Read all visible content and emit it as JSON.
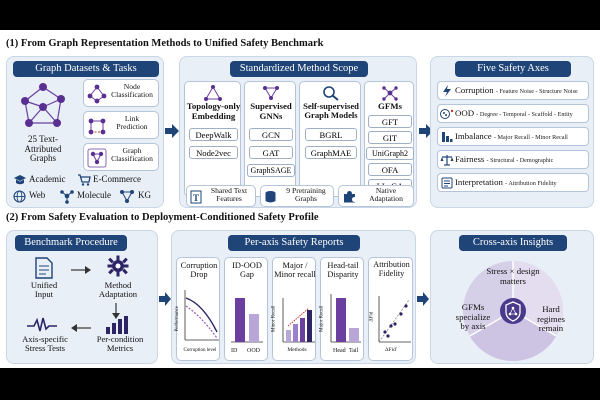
{
  "section1": {
    "title": "(1)  From Graph Representation Methods to Unified Safety Benchmark"
  },
  "section2": {
    "title": "(2)  From Safety Evaluation to Deployment-Conditioned Safety Profile"
  },
  "datasets": {
    "header": "Graph Datasets & Tasks",
    "graphs_label": "25 Text-\nAttributed Graphs",
    "tasks": [
      "Node\nClassification",
      "Link\nPrediction",
      "Graph\nClassification"
    ],
    "domains": [
      "Academic",
      "E-Commerce",
      "Web",
      "Molecule",
      "KG"
    ]
  },
  "scope": {
    "header": "Standardized Method Scope",
    "families": [
      {
        "title": "Topology-only\nEmbedding",
        "methods": [
          "DeepWalk",
          "Node2vec"
        ]
      },
      {
        "title": "Supervised\nGNNs",
        "methods": [
          "GCN",
          "GAT",
          "GraphSAGE"
        ]
      },
      {
        "title": "Self-supervised\nGraph Models",
        "methods": [
          "BGRL",
          "GraphMAE"
        ]
      },
      {
        "title": "GFMs",
        "methods": [
          "GFT",
          "GIT",
          "UniGraph2",
          "OFA",
          "LLaGA"
        ]
      }
    ],
    "shared": [
      "Shared Text\nFeatures",
      "9 Pretraining\nGraphs",
      "Native\nAdaptation"
    ]
  },
  "axes": {
    "header": "Five Safety Axes",
    "items": [
      {
        "name": "Corruption",
        "sub": "- Feature Noise - Structure Noise"
      },
      {
        "name": "OOD",
        "sub": "- Degree - Temporal - Scaffold - Entity"
      },
      {
        "name": "Imbalance",
        "sub": "- Major Recall - Minor Recall"
      },
      {
        "name": "Fairness",
        "sub": "- Structural - Demographic"
      },
      {
        "name": "Interpretation",
        "sub": "- Attribution Fidelity"
      }
    ]
  },
  "procedure": {
    "header": "Benchmark Procedure",
    "steps": [
      "Unified\nInput",
      "Method\nAdaptation",
      "Axis-specific\nStress Tests",
      "Per-condition\nMetrics"
    ]
  },
  "reports": {
    "header": "Per-axis Safety Reports",
    "cards": [
      {
        "title": "Corruption\nDrop",
        "ylabel": "Performance",
        "xlabel": "Corruption level"
      },
      {
        "title": "ID-OOD\nGap",
        "xlabels": [
          "ID",
          "OOD"
        ]
      },
      {
        "title": "Major /\nMinor recall",
        "ylabel": "Minor Recall",
        "xlabel": "Methods"
      },
      {
        "title": "Head-tail\nDisparity",
        "ylabel": "Major Recall",
        "xlabels": [
          "Head",
          "Tail"
        ]
      },
      {
        "title": "Attribution\nFidelity",
        "ylabel": "ΔFid",
        "xlabel": "ΔFid'"
      }
    ]
  },
  "insights": {
    "header": "Cross-axis Insights",
    "center": "Stress × design\nmatters",
    "left": "GFMs\nspecialize\nby axis",
    "right": "Hard\nregimes\nremain"
  },
  "colors": {
    "navy": "#1f4478",
    "panel": "#e9eff7",
    "purple": "#6b3fa0"
  }
}
